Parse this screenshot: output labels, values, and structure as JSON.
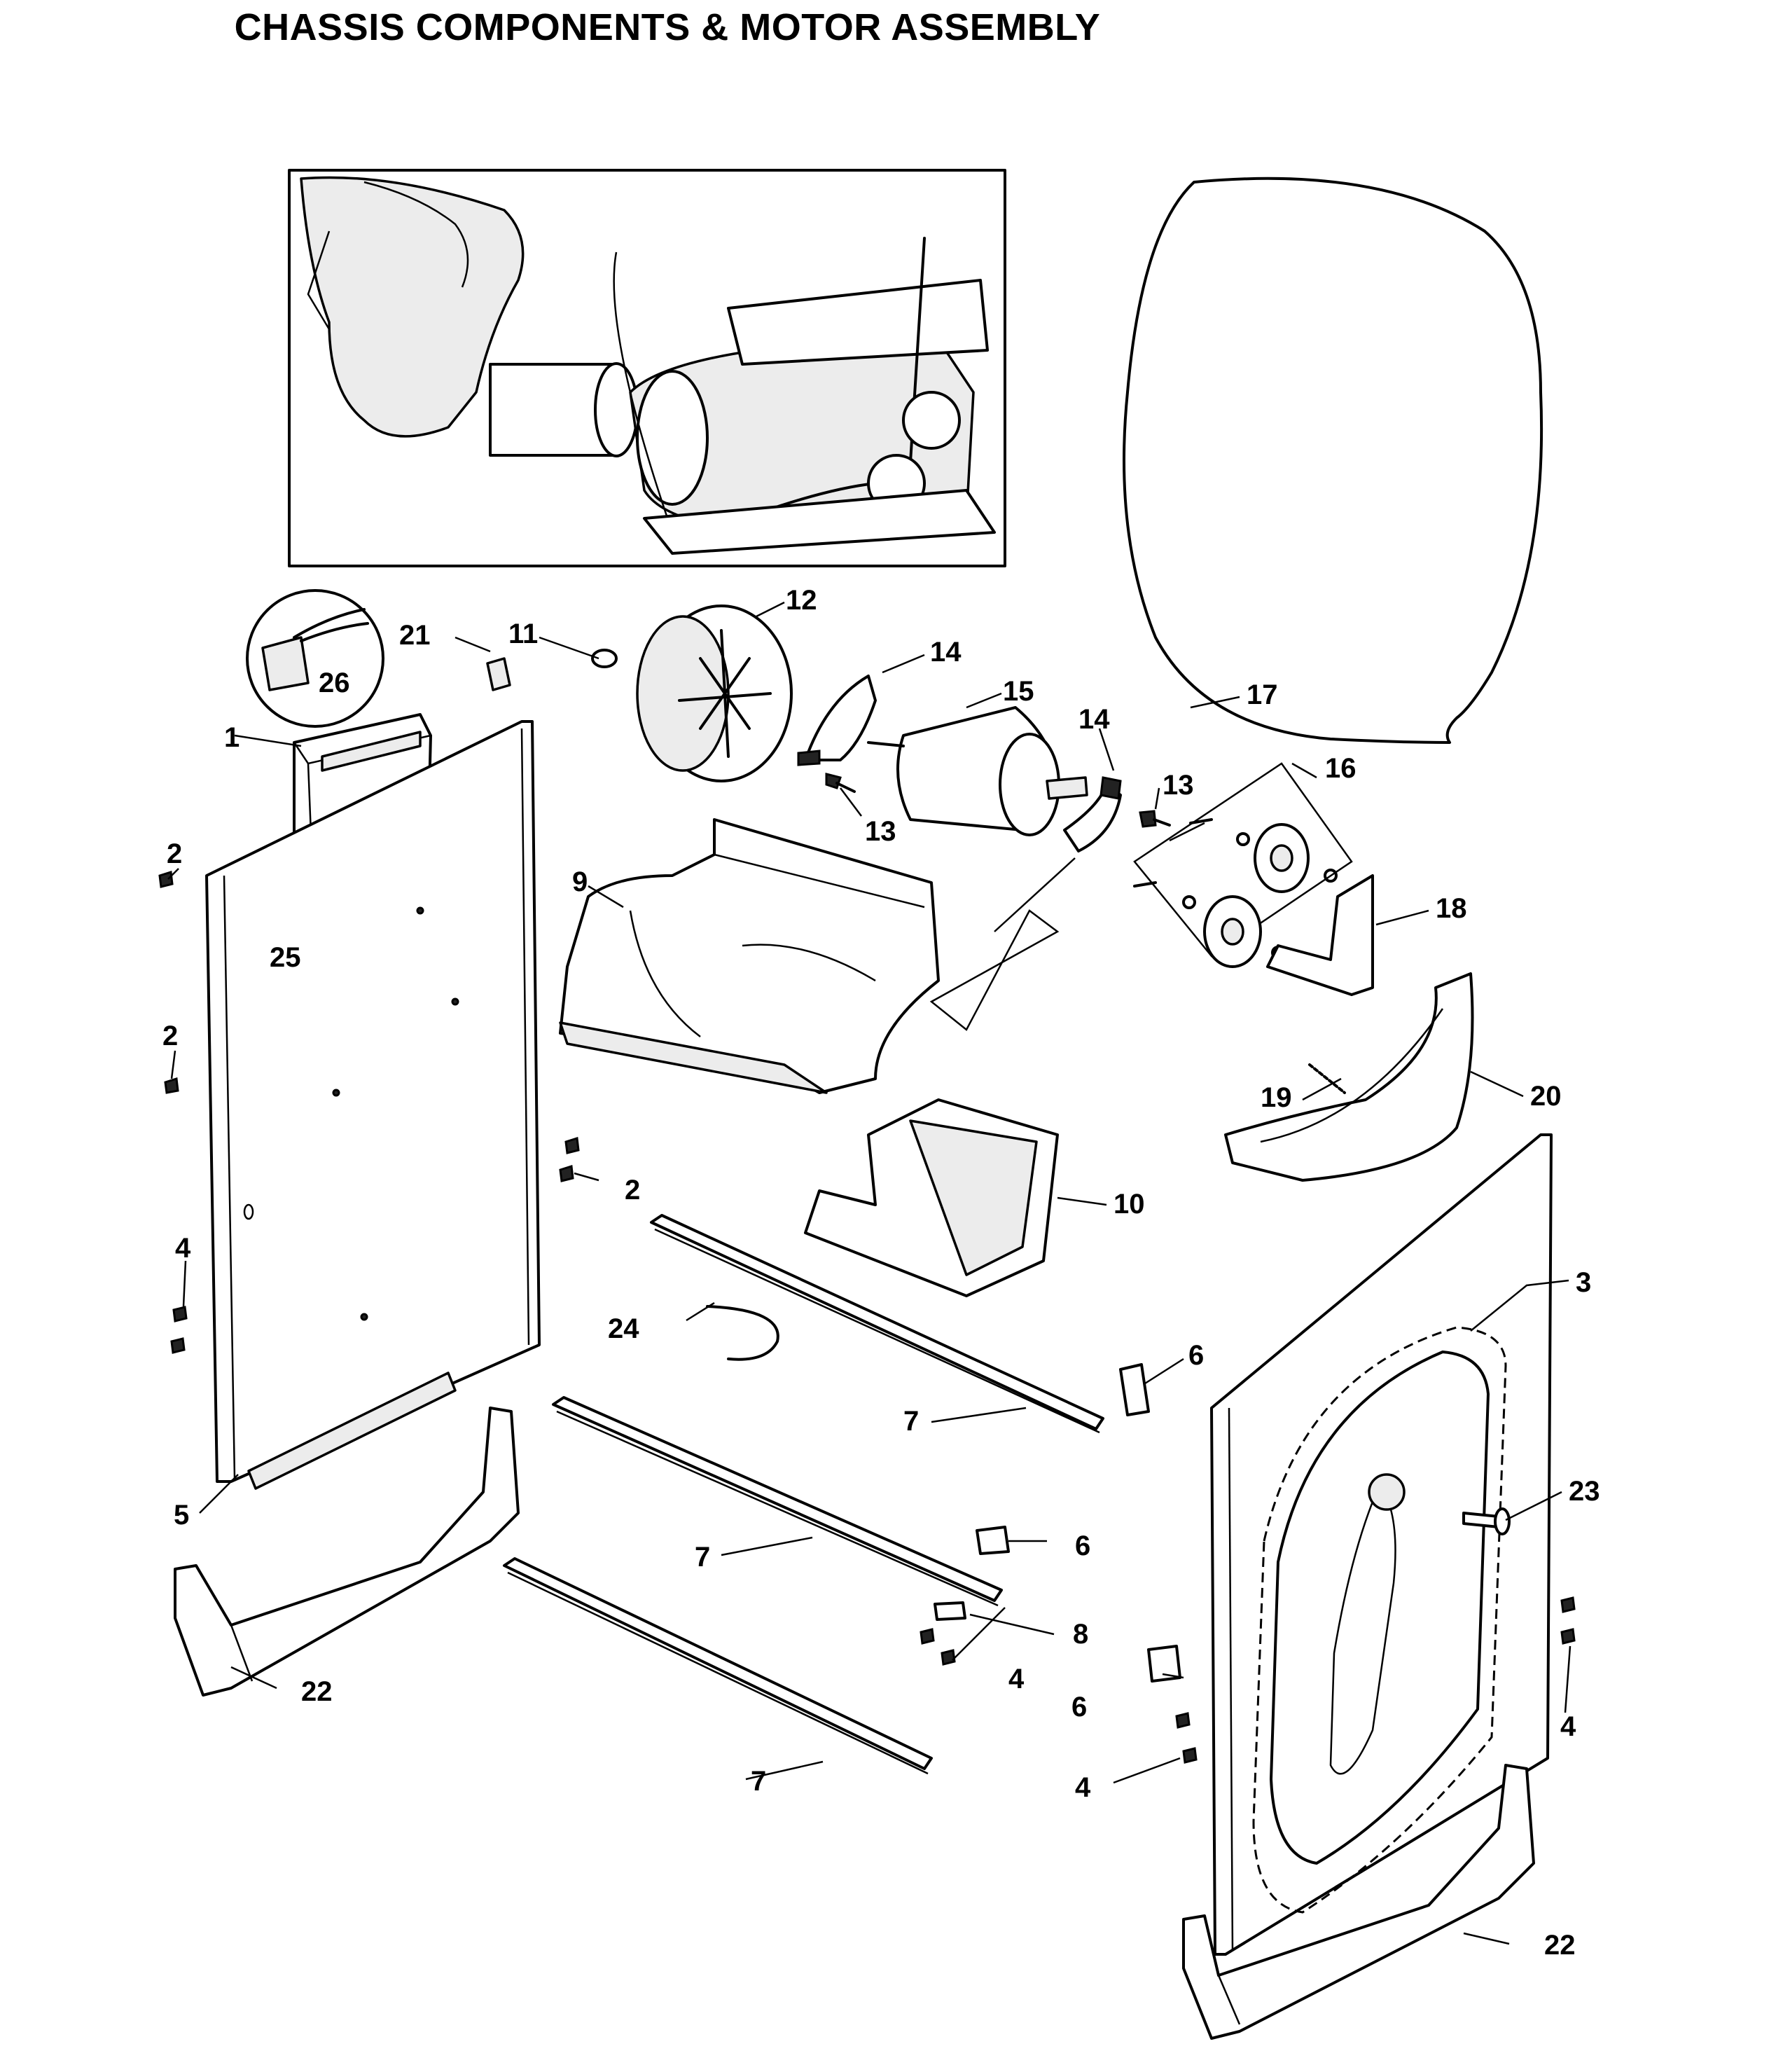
{
  "title": "CHASSIS COMPONENTS & MOTOR ASSEMBLY",
  "callouts": [
    {
      "id": "c1",
      "label": "1"
    },
    {
      "id": "c2a",
      "label": "2"
    },
    {
      "id": "c2b",
      "label": "2"
    },
    {
      "id": "c2c",
      "label": "2"
    },
    {
      "id": "c3",
      "label": "3"
    },
    {
      "id": "c4a",
      "label": "4"
    },
    {
      "id": "c4b",
      "label": "4"
    },
    {
      "id": "c4c",
      "label": "4"
    },
    {
      "id": "c4d",
      "label": "4"
    },
    {
      "id": "c5",
      "label": "5"
    },
    {
      "id": "c6a",
      "label": "6"
    },
    {
      "id": "c6b",
      "label": "6"
    },
    {
      "id": "c6c",
      "label": "6"
    },
    {
      "id": "c7a",
      "label": "7"
    },
    {
      "id": "c7b",
      "label": "7"
    },
    {
      "id": "c7c",
      "label": "7"
    },
    {
      "id": "c8",
      "label": "8"
    },
    {
      "id": "c9",
      "label": "9"
    },
    {
      "id": "c10",
      "label": "10"
    },
    {
      "id": "c11",
      "label": "11"
    },
    {
      "id": "c12",
      "label": "12"
    },
    {
      "id": "c13a",
      "label": "13"
    },
    {
      "id": "c13b",
      "label": "13"
    },
    {
      "id": "c14a",
      "label": "14"
    },
    {
      "id": "c14b",
      "label": "14"
    },
    {
      "id": "c15",
      "label": "15"
    },
    {
      "id": "c16",
      "label": "16"
    },
    {
      "id": "c17",
      "label": "17"
    },
    {
      "id": "c18",
      "label": "18"
    },
    {
      "id": "c19",
      "label": "19"
    },
    {
      "id": "c20",
      "label": "20"
    },
    {
      "id": "c21",
      "label": "21"
    },
    {
      "id": "c22a",
      "label": "22"
    },
    {
      "id": "c22b",
      "label": "22"
    },
    {
      "id": "c23",
      "label": "23"
    },
    {
      "id": "c24",
      "label": "24"
    },
    {
      "id": "c25",
      "label": "25"
    },
    {
      "id": "c26",
      "label": "26"
    }
  ]
}
